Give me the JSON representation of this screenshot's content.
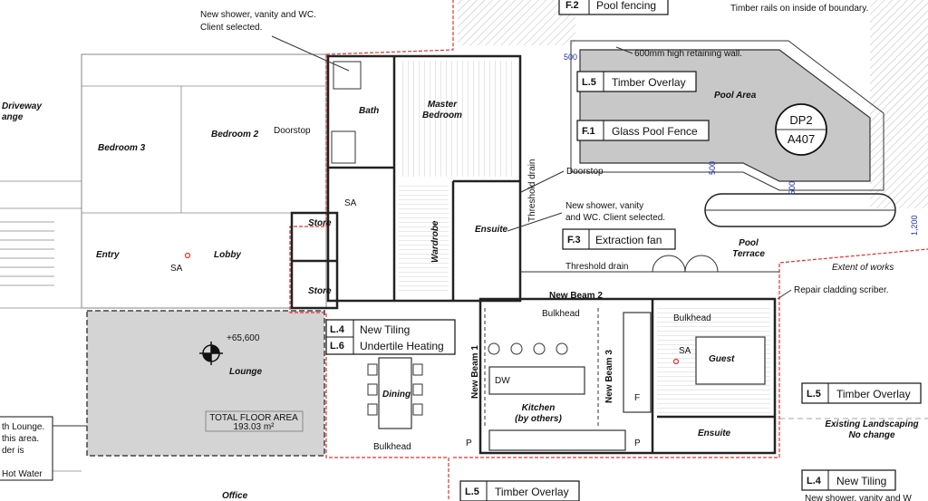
{
  "rooms": {
    "bedroom3": "Bedroom 3",
    "bedroom2": "Bedroom 2",
    "bath": "Bath",
    "master": [
      "Master",
      "Bedroom"
    ],
    "wardrobe": "Wardrobe",
    "ensuite1": "Ensuite",
    "store1": "Store",
    "store2": "Store",
    "entry": "Entry",
    "lobby": "Lobby",
    "lounge": "Lounge",
    "dining": "Dining",
    "kitchen": [
      "Kitchen",
      "(by others)"
    ],
    "guest": "Guest",
    "ensuite2": "Ensuite",
    "office": "Office",
    "pool_area": "Pool Area",
    "pool_terrace": [
      "Pool",
      "Terrace"
    ],
    "driveway": [
      "Driveway",
      "ange"
    ],
    "existing_landscaping": [
      "Existing Landscaping",
      "No change"
    ]
  },
  "tags": {
    "f2": {
      "code": "F.2",
      "text": "Pool fencing"
    },
    "l5_top": {
      "code": "L.5",
      "text": "Timber Overlay"
    },
    "f1": {
      "code": "F.1",
      "text": "Glass Pool Fence"
    },
    "f3": {
      "code": "F.3",
      "text": "Extraction fan"
    },
    "l4_tiling": {
      "code": "L.4",
      "text": "New Tiling"
    },
    "l6": {
      "code": "L.6",
      "text": "Undertile Heating"
    },
    "l5_right": {
      "code": "L.5",
      "text": "Timber Overlay"
    },
    "l4_right": {
      "code": "L.4",
      "text": "New Tiling"
    },
    "l5_bottom": {
      "code": "L.5",
      "text": "Timber Overlay"
    }
  },
  "notes": {
    "shower_top": [
      "New shower, vanity and WC.",
      "Client selected."
    ],
    "timber_rails": "Timber rails on inside of boundary.",
    "retaining_wall": "600mm high retaining wall.",
    "doorstop1": "Doorstop",
    "doorstop2": "Doorstop",
    "threshold_drain_v": "Threshold drain",
    "threshold_drain_h": "Threshold drain",
    "shower_mid": [
      "New shower, vanity",
      "and WC. Client selected."
    ],
    "extent": "Extent of works",
    "cladding": "Repair cladding scriber.",
    "beam2": "New Beam 2",
    "beam1": "New Beam 1",
    "beam3": "New Beam 3",
    "bulkhead1": "Bulkhead",
    "bulkhead2": "Bulkhead",
    "bulkhead3": "Bulkhead",
    "sa1": "SA",
    "sa2": "SA",
    "sa3": "SA",
    "level": "+65,600",
    "floor_area": [
      "TOTAL FLOOR AREA",
      "193.03 m²"
    ],
    "left_note": [
      "th Lounge.",
      "this area.",
      "der is",
      "Hot Water"
    ],
    "shower_bottom": "New shower, vanity and W",
    "dw": "DW",
    "p1": "P",
    "p2": "P",
    "f_label": "F"
  },
  "section_marker": {
    "top": "DP2",
    "bottom": "A407"
  },
  "dims": {
    "d1": "500",
    "d2": "500",
    "d3": "500",
    "d4": "1,200"
  }
}
